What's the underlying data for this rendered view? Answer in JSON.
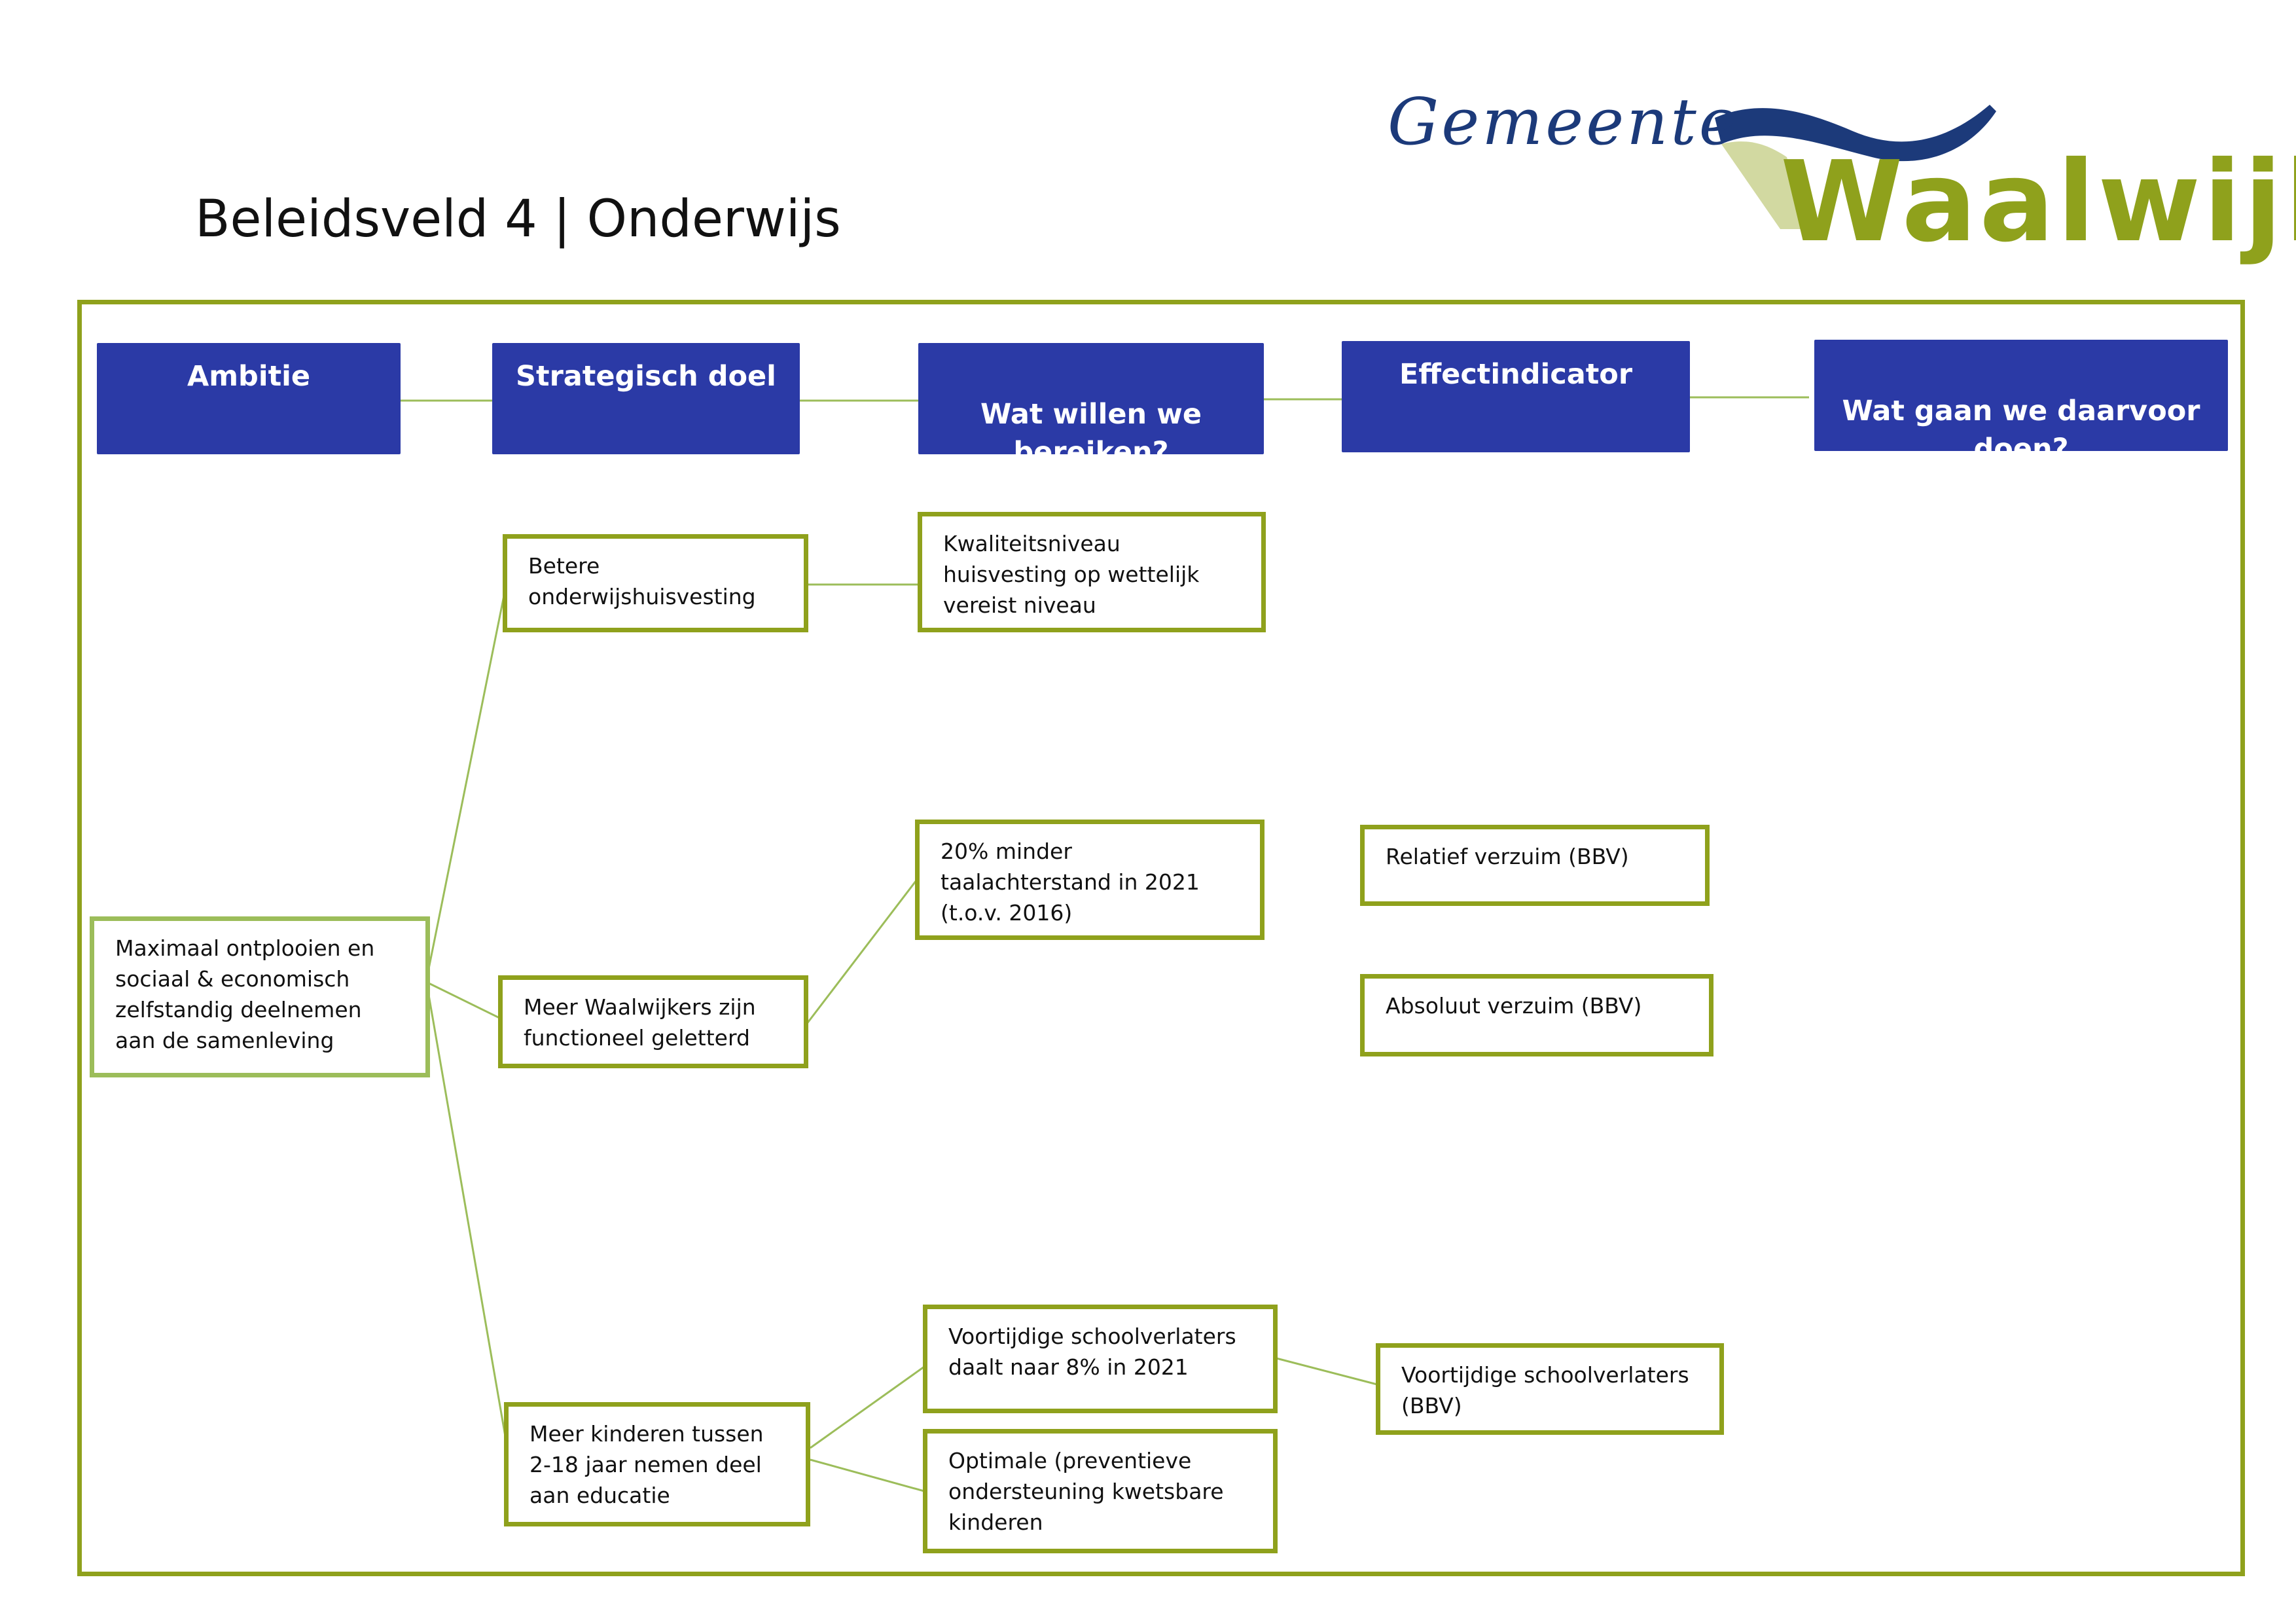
{
  "page": {
    "title": "Beleidsveld 4 | Onderwijs"
  },
  "logo": {
    "line1": "Gemeente",
    "line2": "Waalwijk",
    "colors": {
      "blue": "#1c3a7a",
      "green": "#8fa11c"
    }
  },
  "columns": {
    "ambitie": "Ambitie",
    "strategisch_doel": "Strategisch doel",
    "wat_willen_we_bereiken": "Wat willen we\nbereiken?",
    "effectindicator": "Effectindicator",
    "wat_gaan_we_doen": "Wat gaan we daarvoor\ndoen?"
  },
  "nodes": {
    "ambitie": "Maximaal ontplooien en\nsociaal & economisch\nzelfstandig deelnemen\naan de samenleving",
    "doel_huisvesting": "Betere\nonderwijshuisvesting",
    "doel_geletterd": "Meer Waalwijkers zijn\nfunctioneel geletterd",
    "doel_educatie": "Meer kinderen tussen\n2-18 jaar nemen deel\naan educatie",
    "bereiken_kwaliteit": "Kwaliteitsniveau\nhuisvesting op wettelijk\nvereist niveau",
    "bereiken_taal": "20% minder\ntaalachterstand in 2021\n(t.o.v. 2016)",
    "bereiken_schoolverlaters": "Voortijdige schoolverlaters\ndaalt naar 8% in 2021",
    "bereiken_ondersteuning": "Optimale (preventieve\nondersteuning kwetsbare\nkinderen",
    "indicator_relatief": "Relatief verzuim (BBV)",
    "indicator_absoluut": "Absoluut verzuim (BBV)",
    "indicator_schoolverlaters": "Voortijdige schoolverlaters\n(BBV)"
  },
  "colors": {
    "header_fill": "#2b3aa6",
    "node_border": "#8fa11c",
    "connector": "#9cbd5a"
  }
}
